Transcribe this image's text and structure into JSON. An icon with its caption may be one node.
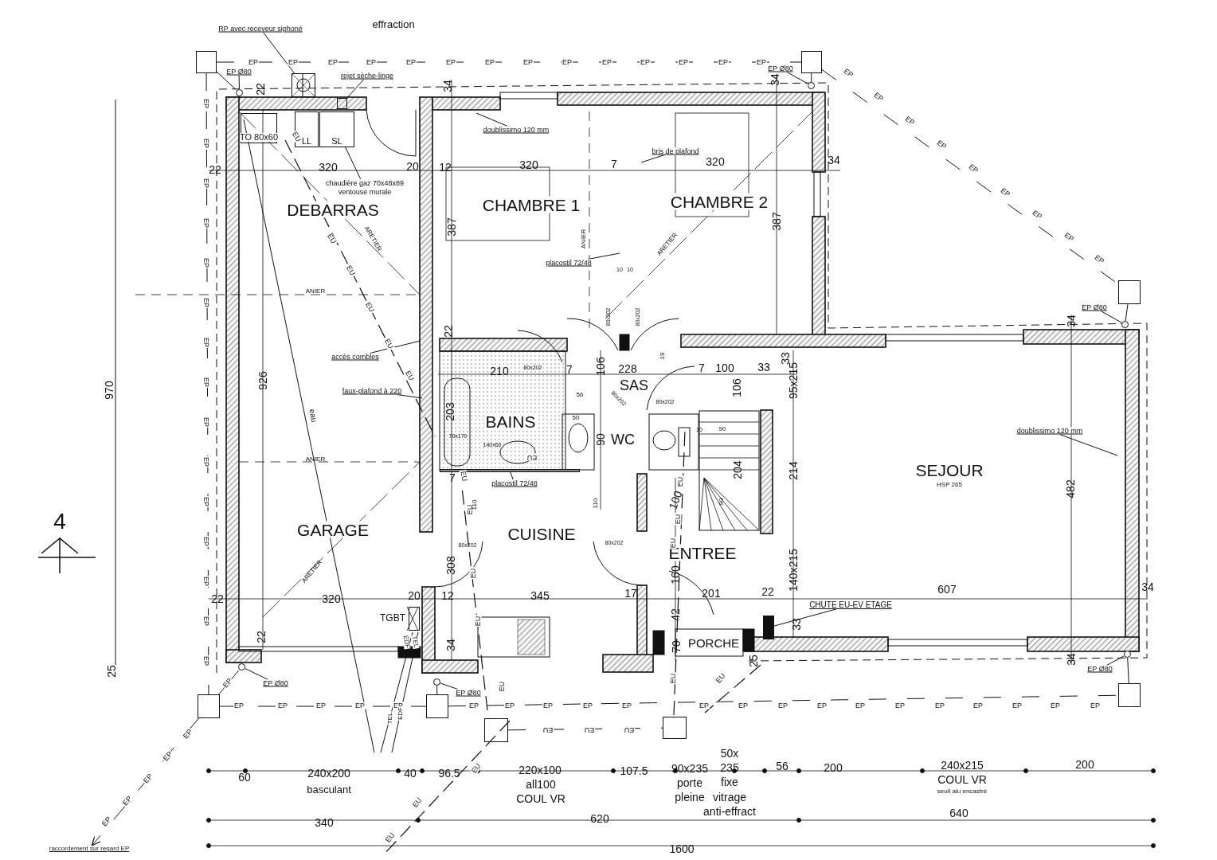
{
  "diagram": {
    "nodes": [
      {
        "text": [
          "DEBARRAS"
        ]
      },
      {
        "text": [
          "CHAMBRE 1"
        ]
      },
      {
        "text": [
          "CHAMBRE 2"
        ]
      },
      {
        "text": [
          "BAINS"
        ]
      },
      {
        "text": [
          "SAS"
        ]
      },
      {
        "text": [
          "WC"
        ]
      },
      {
        "text": [
          "CUISINE"
        ]
      },
      {
        "text": [
          "ENTREE"
        ]
      },
      {
        "text": [
          "SEJOUR",
          "HSP 265"
        ]
      },
      {
        "text": [
          "GARAGE"
        ]
      },
      {
        "text": [
          "PORCHE"
        ]
      },
      {
        "text": [
          "TO 80x60"
        ]
      },
      {
        "text": [
          "LL"
        ]
      },
      {
        "text": [
          "SL"
        ]
      },
      {
        "text": [],
        "shape": "box",
        "beside": [
          "TGBT"
        ]
      },
      {
        "text": [],
        "shape": "box"
      },
      {
        "text": [],
        "shape": "box"
      },
      {
        "text": [],
        "shape": "box"
      },
      {
        "text": [],
        "shape": "box"
      },
      {
        "text": [],
        "shape": "box"
      },
      {
        "text": [],
        "shape": "box"
      },
      {
        "text": [],
        "shape": "box"
      },
      {
        "text": [],
        "shape": "box"
      },
      {
        "text": [],
        "shape": "box"
      },
      {
        "text": [],
        "shape": "circle"
      },
      {
        "text": [],
        "shape": "circle"
      },
      {
        "text": [],
        "shape": "circle"
      },
      {
        "text": [],
        "shape": "circle"
      },
      {
        "text": [],
        "shape": "circle"
      },
      {
        "text": [],
        "shape": "circle"
      },
      {
        "text": [
          "RP avec receveur siphoné"
        ]
      },
      {
        "text": [
          "EP Ø80"
        ]
      },
      {
        "text": [
          "EP Ø80"
        ]
      },
      {
        "text": [
          "EP Ø80"
        ]
      },
      {
        "text": [
          "EP Ø80"
        ]
      },
      {
        "text": [
          "EP Ø80"
        ]
      },
      {
        "text": [
          "EP Ø80"
        ]
      },
      {
        "text": [
          "rejet sèche-linge"
        ]
      },
      {
        "text": [
          "doublissimo 120 mm"
        ]
      },
      {
        "text": [
          "bris de plafond"
        ]
      },
      {
        "text": [
          "chaudière gaz 70x48x89",
          "ventouse murale"
        ]
      },
      {
        "text": [
          "placostil 72/48"
        ]
      },
      {
        "text": [
          "accès combles"
        ]
      },
      {
        "text": [
          "faux-plafond à 220"
        ]
      },
      {
        "text": [
          "placostil 72/48"
        ]
      },
      {
        "text": [
          "doublissimo 120 mm"
        ]
      },
      {
        "text": [
          "CHUTE EU-EV ETAGE"
        ]
      },
      {
        "text": [
          "raccordement sur regard EP"
        ]
      },
      {
        "text": [],
        "shape": "box"
      },
      {
        "text": [],
        "shape": "bar"
      },
      {
        "text": [],
        "shape": "bar"
      }
    ],
    "edges": [
      {
        "from": 15,
        "to": 16,
        "arrow": "none",
        "style": "dashed"
      },
      {
        "from": 16,
        "to": 17,
        "arrow": "none",
        "style": "dashed"
      },
      {
        "from": 15,
        "to": 19,
        "arrow": "none",
        "style": "dashed"
      },
      {
        "from": 19,
        "to": 20,
        "arrow": "none",
        "style": "dashed"
      },
      {
        "from": 20,
        "to": 18,
        "arrow": "none",
        "style": "dashed"
      },
      {
        "from": 21,
        "to": 22,
        "arrow": "none",
        "style": "dashed"
      },
      {
        "from": 19,
        "to": 47,
        "arrow": "to",
        "style": "dashed"
      },
      {
        "from": 24,
        "to": 15,
        "arrow": "none"
      },
      {
        "from": 25,
        "to": 16,
        "arrow": "none"
      },
      {
        "from": 26,
        "to": 17,
        "arrow": "none"
      },
      {
        "from": 27,
        "to": 18,
        "arrow": "none"
      },
      {
        "from": 28,
        "to": 20,
        "arrow": "none"
      },
      {
        "from": 29,
        "to": 19,
        "arrow": "none"
      },
      {
        "from": 30,
        "to": 23,
        "arrow": "none"
      },
      {
        "from": 31,
        "to": 24,
        "arrow": "none"
      },
      {
        "from": 32,
        "to": 25,
        "arrow": "none"
      },
      {
        "from": 33,
        "to": 26,
        "arrow": "none"
      },
      {
        "from": 34,
        "to": 27,
        "arrow": "none"
      },
      {
        "from": 35,
        "to": 28,
        "arrow": "none"
      },
      {
        "from": 36,
        "to": 29,
        "arrow": "none"
      },
      {
        "from": 37,
        "to": 48,
        "arrow": "none"
      },
      {
        "from": 38,
        "to": null,
        "arrow": "none"
      },
      {
        "from": 39,
        "to": null,
        "arrow": "none"
      },
      {
        "from": 40,
        "to": 13,
        "arrow": "none"
      },
      {
        "from": 41,
        "to": null,
        "arrow": "none"
      },
      {
        "from": 42,
        "to": null,
        "arrow": "none"
      },
      {
        "from": 43,
        "to": null,
        "arrow": "none"
      },
      {
        "from": 44,
        "to": 49,
        "arrow": "none"
      },
      {
        "from": 45,
        "to": null,
        "arrow": "none"
      },
      {
        "from": 46,
        "to": 50,
        "arrow": "none"
      }
    ],
    "labels": [
      "effraction",
      "EP",
      "EP",
      "EP",
      "EP",
      "EP",
      "EP",
      "EP",
      "EP",
      "EP",
      "EP",
      "EP",
      "EP",
      "EP",
      "EP",
      "EP",
      "EP",
      "EP",
      "EP",
      "EP",
      "EP",
      "EP",
      "EP",
      "EP",
      "EP",
      "EP",
      "EP",
      "EP",
      "EP",
      "EP",
      "EP",
      "EP",
      "EP",
      "EP",
      "EP",
      "EP",
      "EP",
      "EP",
      "EP",
      "EP",
      "EP",
      "EP",
      "EP",
      "EP",
      "EP",
      "EP",
      "EP",
      "EP",
      "EP",
      "EP",
      "EP",
      "EP",
      "EP",
      "EP",
      "EP",
      "EP",
      "EP",
      "EP",
      "EP",
      "EP",
      "EP",
      "EP",
      "EP",
      "EP",
      "EP",
      "EP",
      "EU",
      "EU",
      "EU",
      "EU",
      "EU",
      "EU",
      "EU",
      "EU",
      "EU",
      "EU",
      "EU",
      "EU",
      "EU",
      "EU",
      "EU",
      "EU",
      "EU",
      "EU",
      "EU",
      "EU",
      "EU",
      "EU",
      "EU",
      "EDF",
      "TEL",
      "TEL",
      "EDF",
      "ARETIER",
      "ANIER",
      "ARETIER",
      "ANIER",
      "eau",
      "ANIER",
      "ARETIER",
      "4",
      "22",
      "22",
      "320",
      "20",
      "12",
      "34",
      "320",
      "7",
      "320",
      "34",
      "34",
      "387",
      "387",
      "970",
      "926",
      "22",
      "10",
      "10",
      "80x202",
      "80x202",
      "34",
      "19",
      "210",
      "80x202",
      "7",
      "106",
      "228",
      "7",
      "100",
      "33",
      "33",
      "95x215",
      "106",
      "56",
      "80x202",
      "80x202",
      "203",
      "50",
      "90",
      "10",
      "90",
      "70x170",
      "140x60",
      "204",
      "214",
      "482",
      "7",
      "110",
      "110",
      "100",
      "90",
      "80x202",
      "80x202",
      "308",
      "160",
      "140x215",
      "22",
      "320",
      "20",
      "12",
      "345",
      "17",
      "201",
      "22",
      "607",
      "34",
      "42",
      "33",
      "22",
      "34",
      "70",
      "25",
      "34",
      "25",
      "60",
      "240x200",
      "basculant",
      "40",
      "96.5",
      "220x100",
      "all100",
      "COUL VR",
      "107.5",
      "90x235",
      "porte",
      "pleine",
      "50x",
      "235",
      "fixe",
      "vitrage",
      "anti-effract",
      "56",
      "200",
      "240x215",
      "COUL VR",
      "seuil alu encastré",
      "200",
      "340",
      "620",
      "640",
      "1600"
    ]
  }
}
